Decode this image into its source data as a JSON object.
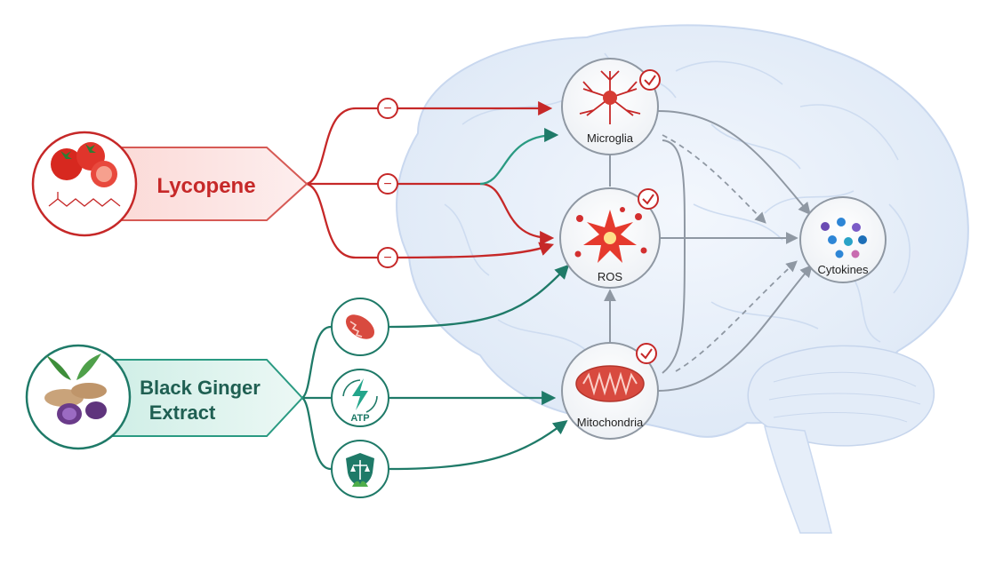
{
  "agents": {
    "lycopene": {
      "label": "Lycopene",
      "color": "#c62828"
    },
    "black_ginger": {
      "label_line1": "Black Ginger",
      "label_line2": "Extract",
      "color": "#1f7a68"
    }
  },
  "nodes": {
    "microglia": {
      "label": "Microglia"
    },
    "ros": {
      "label": "ROS"
    },
    "mitochondria": {
      "label": "Mitochondria"
    },
    "cytokines": {
      "label": "Cytokines"
    },
    "atp_icon": {
      "label": "ATP"
    }
  },
  "symbols": {
    "inhibit": "−"
  },
  "icons": {
    "lycopene": "tomato-icon",
    "black_ginger": "ginger-root-icon",
    "microglia": "microglia-cell-icon",
    "ros": "reactive-oxygen-burst-icon",
    "mitochondria": "mitochondrion-icon",
    "cytokines": "cytokine-molecules-icon",
    "check": "check-icon",
    "mito_small": "mitochondrion-small-icon",
    "atp": "atp-energy-icon",
    "shield": "shield-balance-icon",
    "brain": "brain-background-icon"
  },
  "colors": {
    "inhibit_red": "#c62828",
    "activate_teal": "#1f7a68",
    "neutral_gray": "#9aa3ad",
    "brain_blue": "#c9d8ef"
  }
}
